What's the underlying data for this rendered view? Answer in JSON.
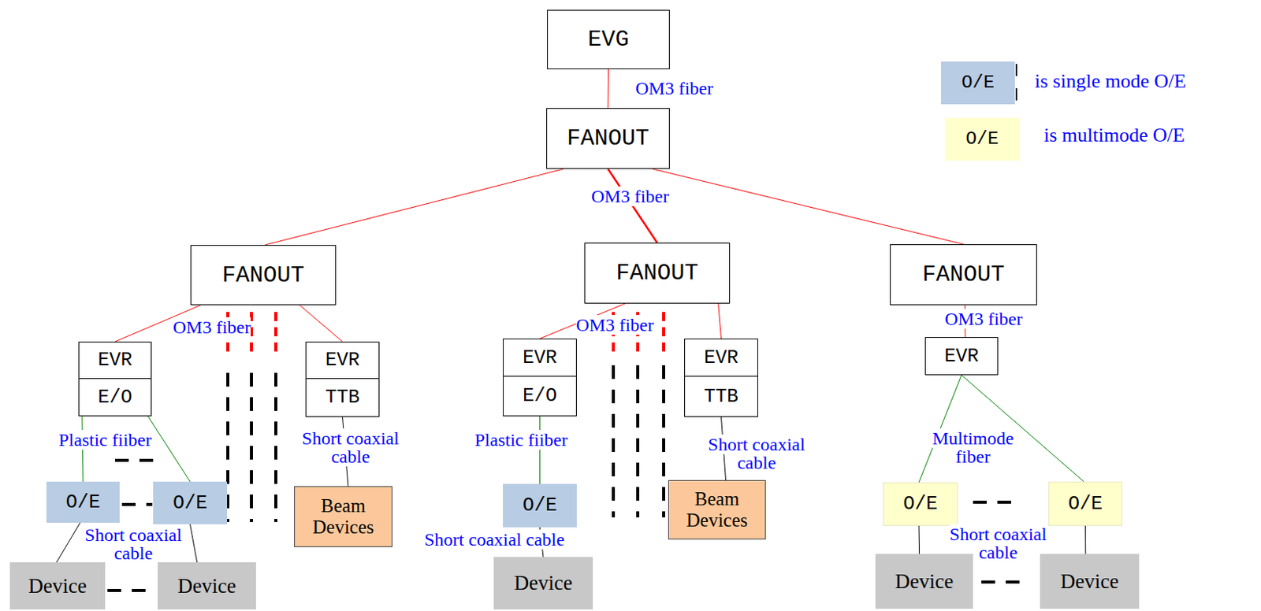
{
  "diagram": {
    "nodes": [
      {
        "text": [
          "EVG"
        ]
      },
      {
        "text": [
          "FANOUT"
        ]
      },
      {
        "text": [
          "FANOUT"
        ]
      },
      {
        "text": [
          "FANOUT"
        ]
      },
      {
        "text": [
          "FANOUT"
        ]
      },
      {
        "text": [
          "EVR"
        ]
      },
      {
        "text": [
          "E/O"
        ]
      },
      {
        "text": [
          "EVR"
        ]
      },
      {
        "text": [
          "TTB"
        ]
      },
      {
        "text": [
          "O/E"
        ]
      },
      {
        "text": [
          "O/E"
        ]
      },
      {
        "text": [
          "Beam Devices"
        ]
      },
      {
        "text": [
          "Device"
        ]
      },
      {
        "text": [
          "Device"
        ]
      },
      {
        "text": [
          "EVR"
        ]
      },
      {
        "text": [
          "E/O"
        ]
      },
      {
        "text": [
          "EVR"
        ]
      },
      {
        "text": [
          "TTB"
        ]
      },
      {
        "text": [
          "O/E"
        ]
      },
      {
        "text": [
          "Beam Devices"
        ]
      },
      {
        "text": [
          "Device"
        ]
      },
      {
        "text": [
          "EVR"
        ]
      },
      {
        "text": [
          "O/E"
        ]
      },
      {
        "text": [
          "O/E"
        ]
      },
      {
        "text": [
          "Device"
        ]
      },
      {
        "text": [
          "Device"
        ]
      }
    ],
    "edges": [
      {
        "from": 0,
        "to": 1,
        "arrow": "none",
        "label": "OM3 fiber"
      },
      {
        "from": 1,
        "to": 2,
        "arrow": "none"
      },
      {
        "from": 1,
        "to": 3,
        "arrow": "none",
        "label": "OM3 fiber"
      },
      {
        "from": 1,
        "to": 4,
        "arrow": "none"
      },
      {
        "from": 2,
        "to": 5,
        "arrow": "none"
      },
      {
        "from": 2,
        "to": 7,
        "arrow": "none"
      },
      {
        "from": 3,
        "to": 14,
        "arrow": "none"
      },
      {
        "from": 3,
        "to": 16,
        "arrow": "none"
      },
      {
        "from": 4,
        "to": 21,
        "arrow": "none",
        "label": "OM3 fiber"
      },
      {
        "from": 6,
        "to": 9,
        "arrow": "none"
      },
      {
        "from": 6,
        "to": 10,
        "arrow": "none"
      },
      {
        "from": 9,
        "to": 12,
        "arrow": "none"
      },
      {
        "from": 10,
        "to": 13,
        "arrow": "none"
      },
      {
        "from": 8,
        "to": 11,
        "arrow": "none"
      },
      {
        "from": 15,
        "to": 18,
        "arrow": "none"
      },
      {
        "from": 18,
        "to": 20,
        "arrow": "none"
      },
      {
        "from": 17,
        "to": 19,
        "arrow": "none"
      },
      {
        "from": 21,
        "to": 22,
        "arrow": "none"
      },
      {
        "from": 21,
        "to": 23,
        "arrow": "none"
      },
      {
        "from": 22,
        "to": 24,
        "arrow": "none"
      },
      {
        "from": 23,
        "to": 25,
        "arrow": "none"
      }
    ],
    "labels": [
      "OM3 fiber",
      "OM3 fiber",
      "Plastic fiiber",
      "Short coaxial cable",
      "Short coaxial cable",
      "Plastic fiiber",
      "Short coaxial cable",
      "Short coaxial cable",
      "Multimode fiber",
      "Short coaxial cable",
      "O/E",
      "O/E"
    ],
    "legend": [
      {
        "text": "is single mode O/E",
        "color": "#b8cce4"
      },
      {
        "text": "is multimode O/E",
        "color": "#ffffcc"
      }
    ]
  }
}
